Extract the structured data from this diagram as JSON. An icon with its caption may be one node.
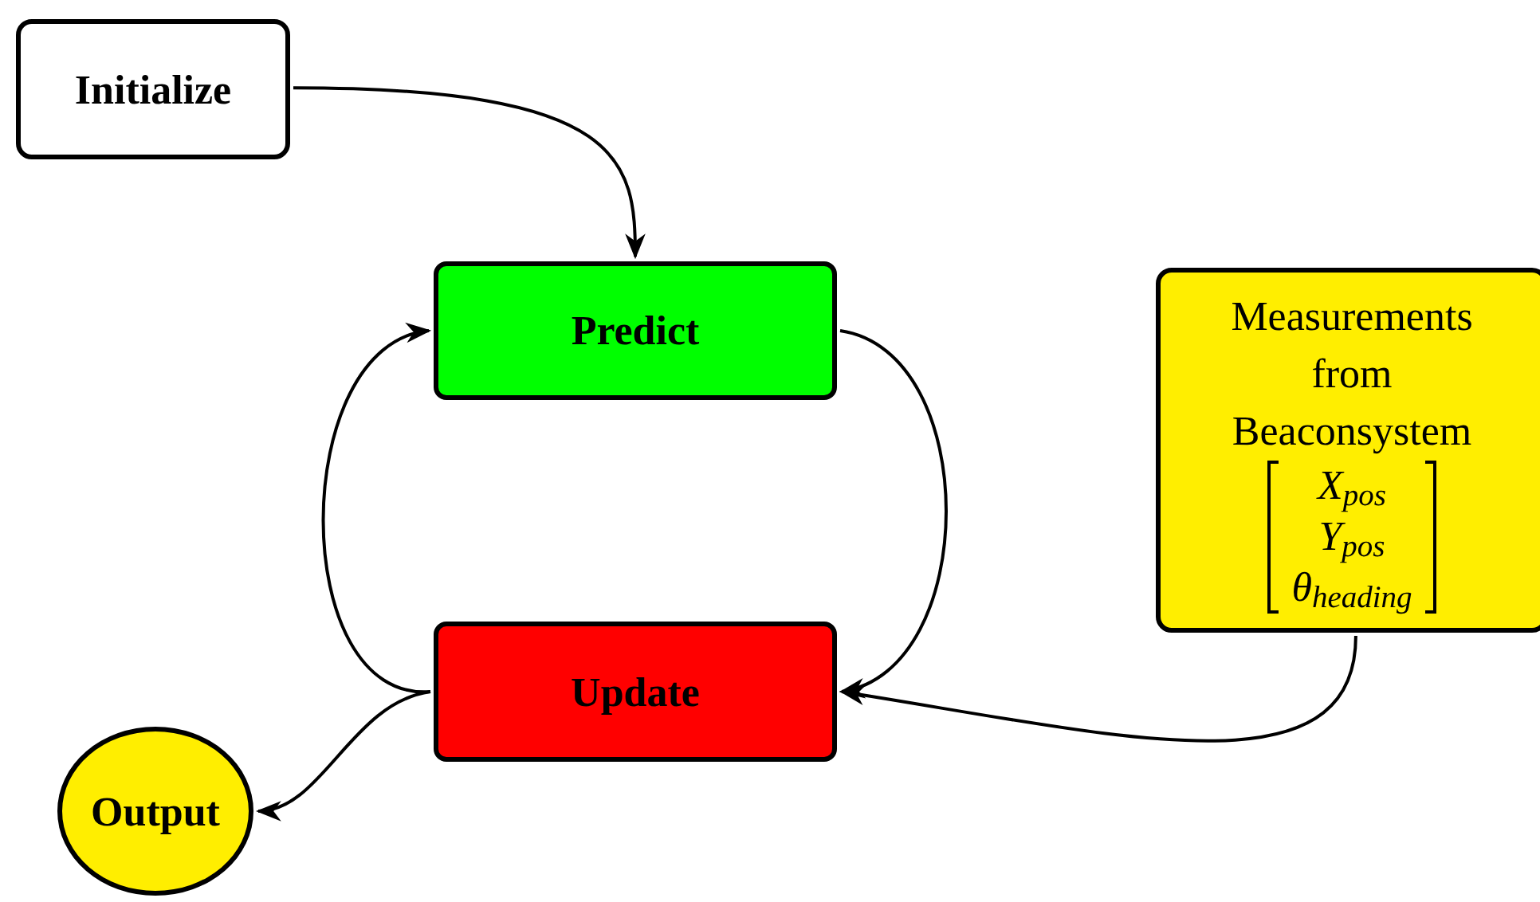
{
  "diagram": {
    "nodes": [
      {
        "text": [
          "Initialize"
        ]
      },
      {
        "text": [
          "Predict"
        ]
      },
      {
        "text": [
          "Update"
        ]
      },
      {
        "text": [
          "Measurements from Beaconsystem",
          "X$_{pos}$",
          "Y$_{pos}$",
          "θ$_{heading}$"
        ]
      },
      {
        "text": [
          "Output"
        ]
      }
    ],
    "edges": [
      {
        "from": 0,
        "to": 1,
        "arrow": "to"
      },
      {
        "from": 1,
        "to": 2,
        "arrow": "to"
      },
      {
        "from": 2,
        "to": 1,
        "arrow": "to"
      },
      {
        "from": 2,
        "to": 4,
        "arrow": "to"
      },
      {
        "from": 3,
        "to": 2,
        "arrow": "to"
      }
    ]
  }
}
